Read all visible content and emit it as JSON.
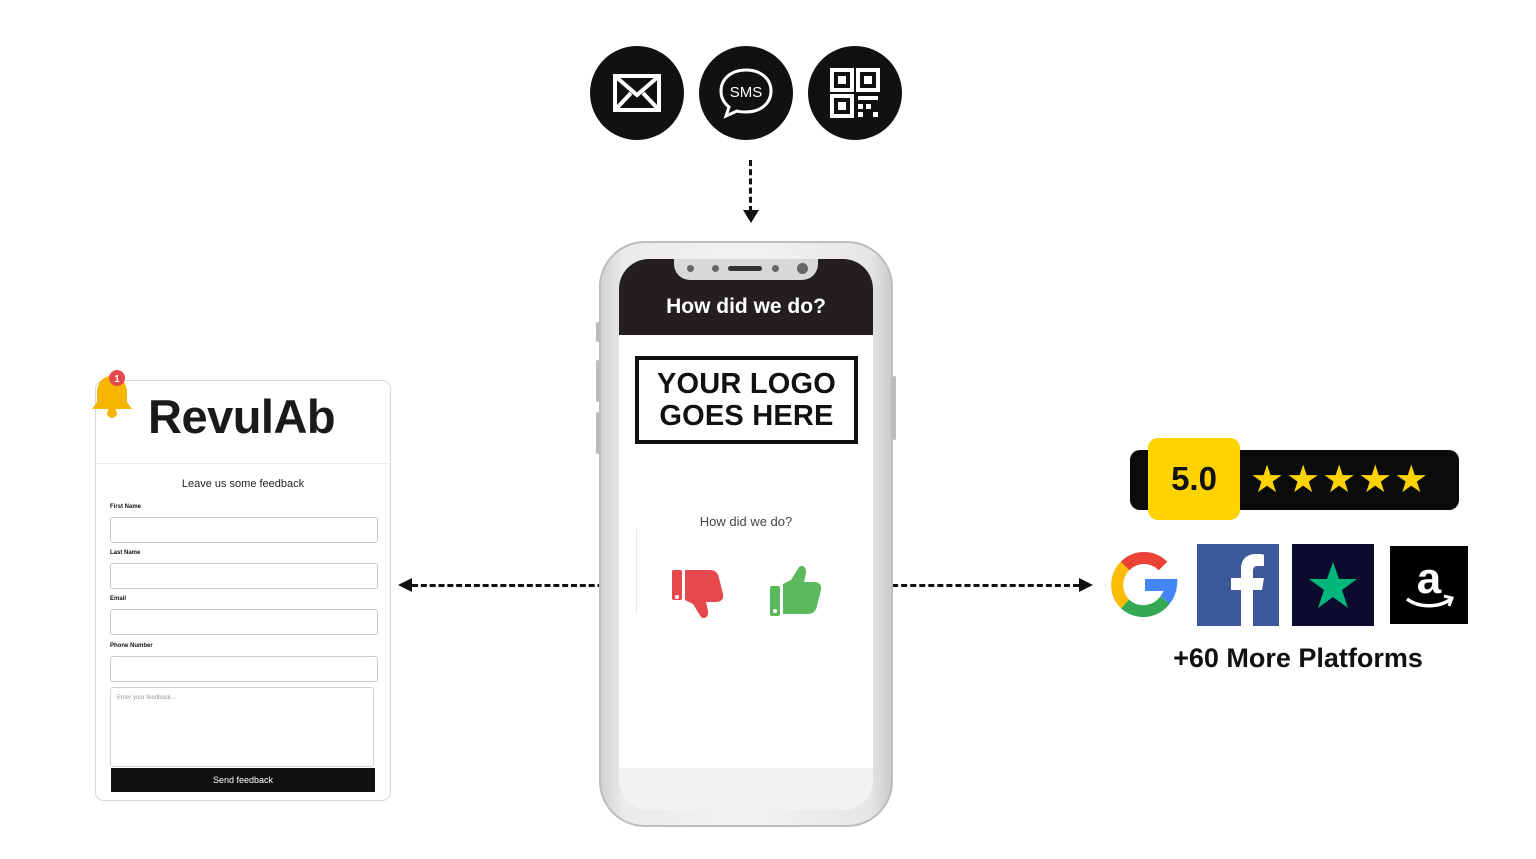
{
  "channels": [
    "email-icon",
    "sms-icon",
    "qr-code-icon"
  ],
  "sms_label": "SMS",
  "phone": {
    "header_title": "How did we do?",
    "logo_line1": "YOUR LOGO",
    "logo_line2": "GOES HERE",
    "question": "How did we do?",
    "negative_icon": "thumbs-down-icon",
    "positive_icon": "thumbs-up-icon"
  },
  "form": {
    "brand": "RevulAb",
    "notification_count": "1",
    "title": "Leave us some feedback",
    "fields": [
      {
        "label": "First Name",
        "value": ""
      },
      {
        "label": "Last Name",
        "value": ""
      },
      {
        "label": "Email",
        "value": ""
      },
      {
        "label": "Phone Number",
        "value": ""
      }
    ],
    "feedback_placeholder": "Enter your feedback...",
    "submit_label": "Send feedback"
  },
  "rating": {
    "score": "5.0",
    "stars": 5,
    "stars_text": "★★★★★"
  },
  "platforms": [
    "google-logo",
    "facebook-logo",
    "trustpilot-logo",
    "amazon-logo"
  ],
  "more_platforms": "+60 More Platforms",
  "colors": {
    "negative": "#e5484d",
    "positive": "#5cb85c",
    "rating_accent": "#ffd300",
    "facebook": "#3b5998",
    "trustpilot_bg": "#0b0b2e",
    "trustpilot_star": "#00b67a"
  }
}
